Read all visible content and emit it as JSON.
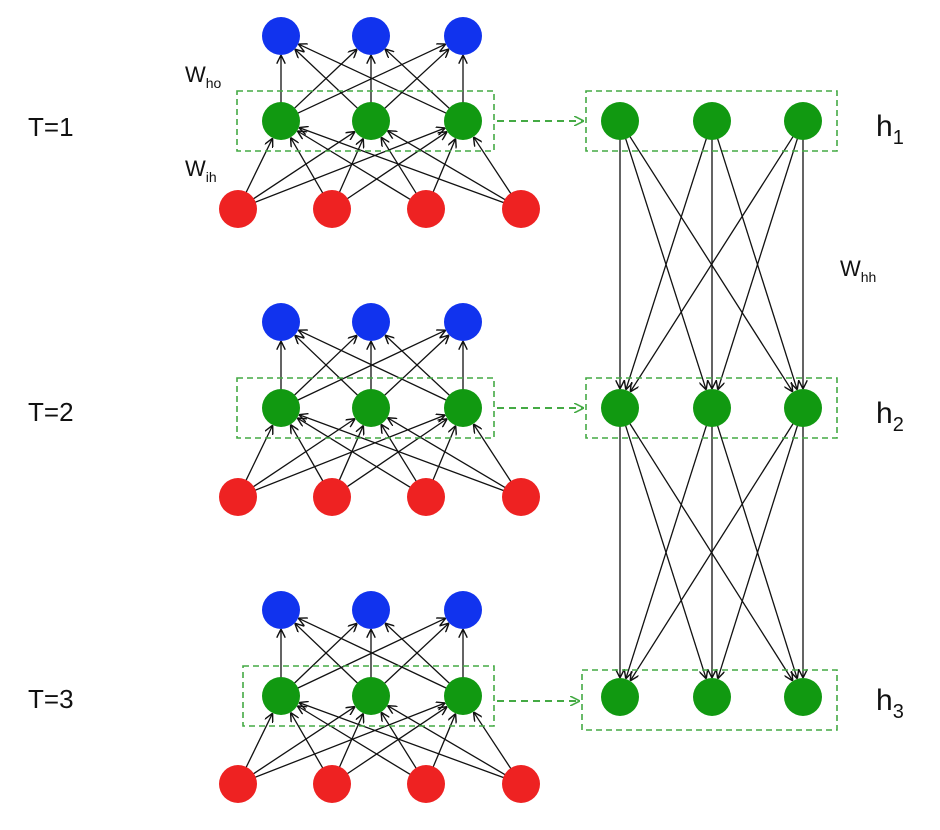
{
  "colors": {
    "input_node": "#ee2222",
    "hidden_node": "#119911",
    "output_node": "#1133ee",
    "edge": "#111111",
    "group_box": "#44aa44"
  },
  "labels": {
    "t1": "T=1",
    "t2": "T=2",
    "t3": "T=3",
    "w_ho": "W",
    "w_ho_sub": "ho",
    "w_ih": "W",
    "w_ih_sub": "ih",
    "w_hh": "W",
    "w_hh_sub": "hh",
    "h1": "h",
    "h1_sub": "1",
    "h2": "h",
    "h2_sub": "2",
    "h3": "h",
    "h3_sub": "3"
  },
  "network": {
    "time_steps": 3,
    "input_nodes_per_step": 4,
    "hidden_nodes_per_step": 3,
    "output_nodes_per_step": 3,
    "recurrent_hidden_nodes": 3
  }
}
